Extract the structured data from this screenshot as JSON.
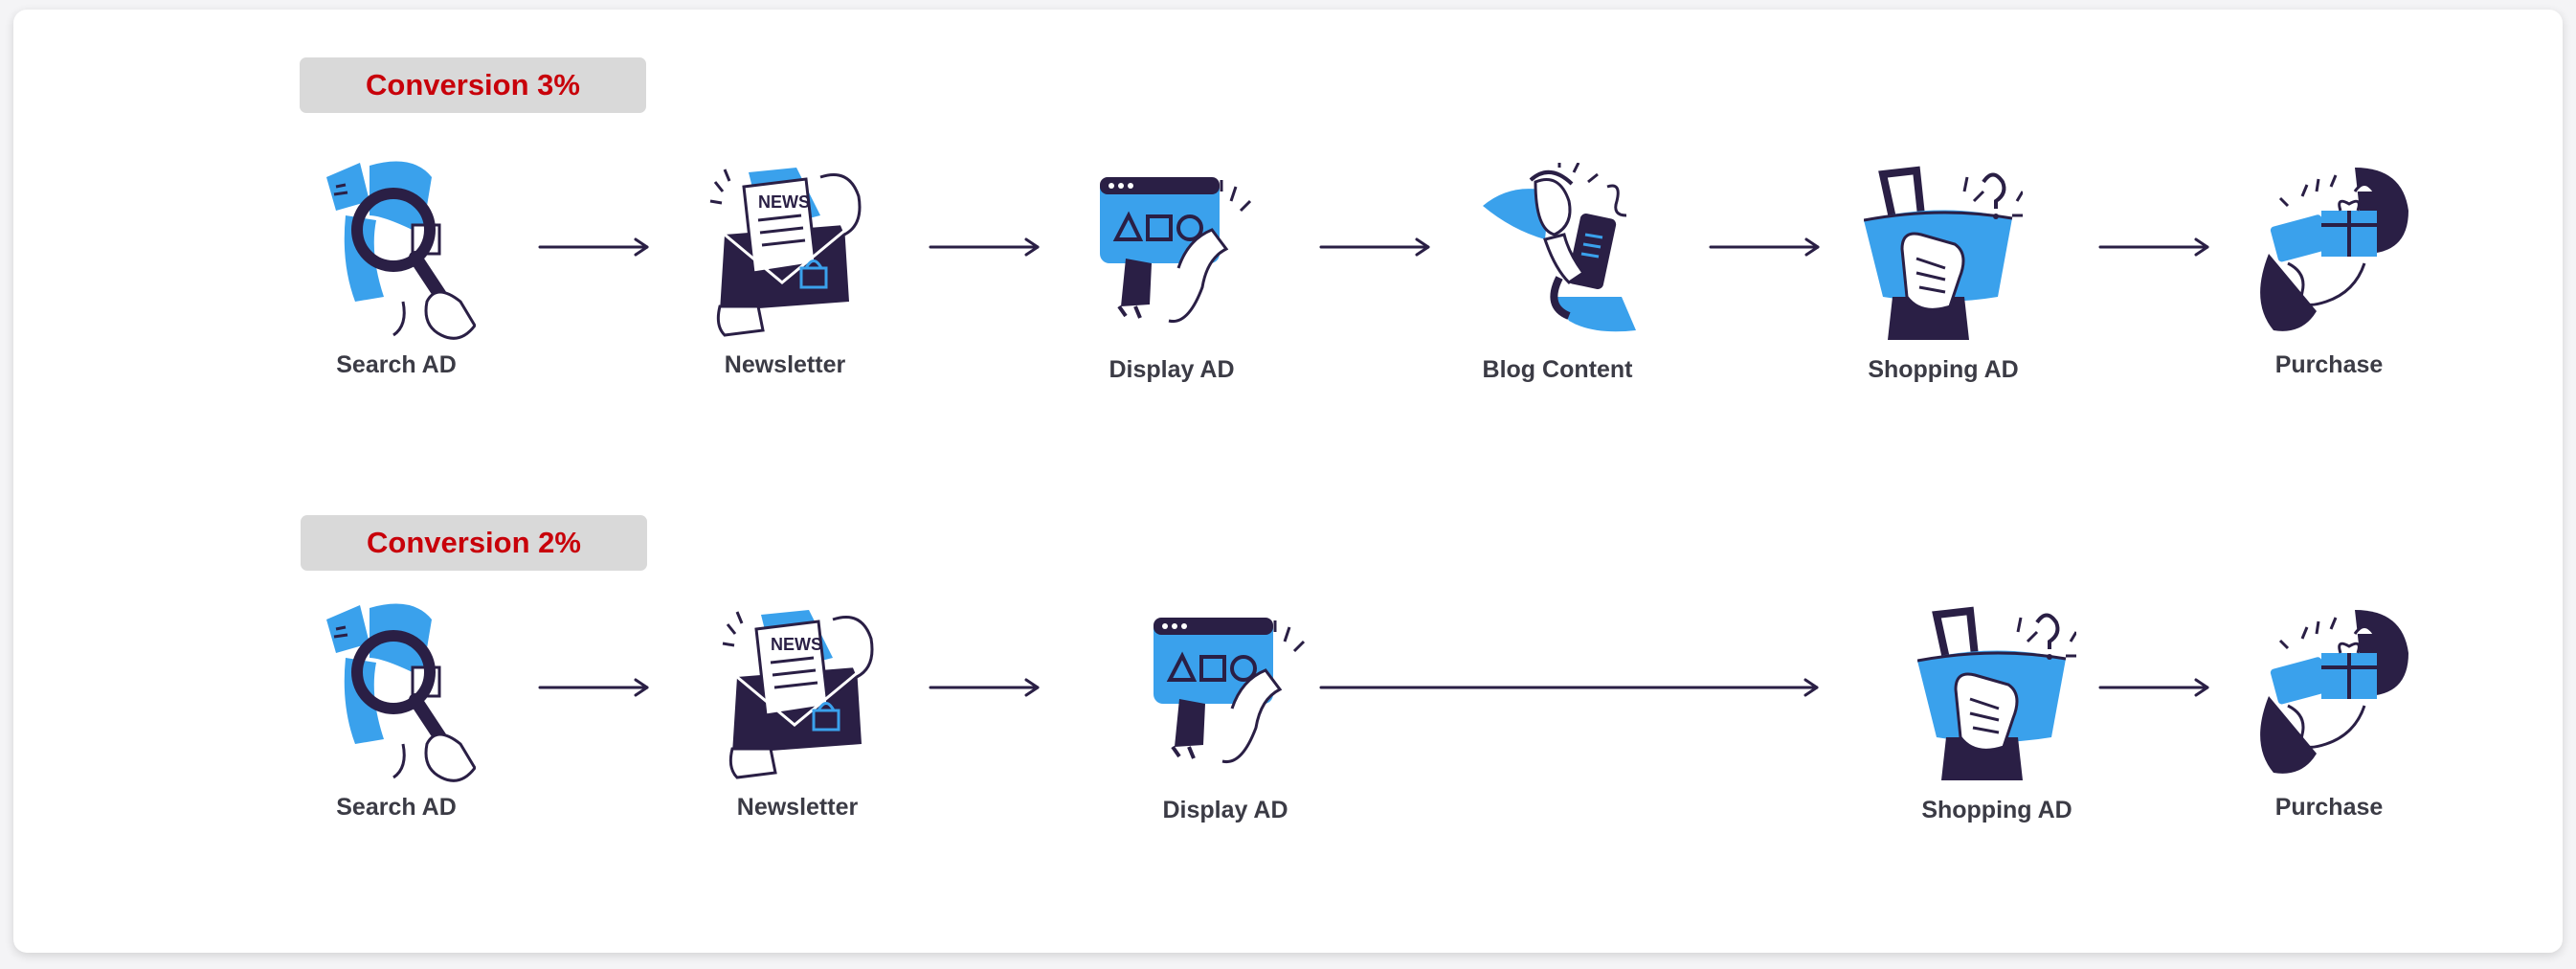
{
  "colors": {
    "accent_blue": "#3aa1ec",
    "ink": "#2a1f45",
    "badge_bg": "#d9d9d9",
    "badge_text": "#c8000a",
    "label_text": "#3b3b45"
  },
  "funnels": [
    {
      "badge": "Conversion 3%",
      "stages": [
        {
          "label": "Search AD",
          "icon": "magnifier-icon"
        },
        {
          "label": "Newsletter",
          "icon": "newsletter-envelope-icon"
        },
        {
          "label": "Display AD",
          "icon": "display-browser-icon"
        },
        {
          "label": "Blog Content",
          "icon": "blog-reader-icon"
        },
        {
          "label": "Shopping AD",
          "icon": "shopping-basket-icon"
        },
        {
          "label": "Purchase",
          "icon": "purchase-card-gift-icon"
        }
      ]
    },
    {
      "badge": "Conversion 2%",
      "stages": [
        {
          "label": "Search AD",
          "icon": "magnifier-icon"
        },
        {
          "label": "Newsletter",
          "icon": "newsletter-envelope-icon"
        },
        {
          "label": "Display AD",
          "icon": "display-browser-icon"
        },
        {
          "label": "Shopping AD",
          "icon": "shopping-basket-icon"
        },
        {
          "label": "Purchase",
          "icon": "purchase-card-gift-icon"
        }
      ]
    }
  ]
}
